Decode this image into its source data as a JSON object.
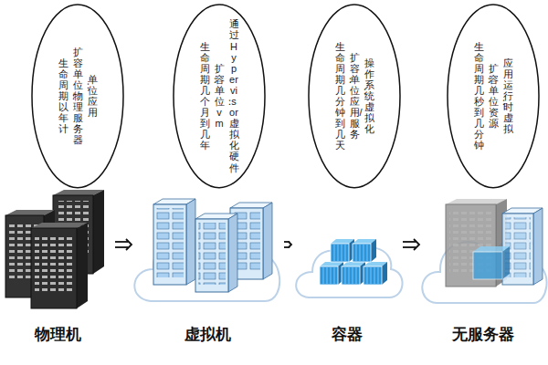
{
  "diagram": {
    "nodes": [
      {
        "text": [
          "单位应用",
          "扩容单位：物理服务器",
          "生命周期：以年计"
        ]
      },
      {
        "text": [
          "通过Hypervisor虚拟化硬件",
          "扩容单位：vm",
          "生命周期：几个月到几年"
        ]
      },
      {
        "text": [
          "操作系统虚拟化",
          "扩容单位：应用/服务",
          "生命周期：几分钟到几天"
        ]
      },
      {
        "text": [
          "应用运行时虚拟",
          "扩容单位：资源",
          "生命周期：几秒到几分钟"
        ]
      },
      {
        "text": [
          "物理机"
        ]
      },
      {
        "text": [
          "虚拟机"
        ]
      },
      {
        "text": [
          "容器"
        ]
      },
      {
        "text": [
          "无服务器"
        ]
      }
    ],
    "edges": [
      {
        "from": 4,
        "to": 5,
        "arrow": "to"
      },
      {
        "from": 5,
        "to": 6,
        "arrow": "to"
      },
      {
        "from": 6,
        "to": 7,
        "arrow": "to"
      }
    ]
  }
}
